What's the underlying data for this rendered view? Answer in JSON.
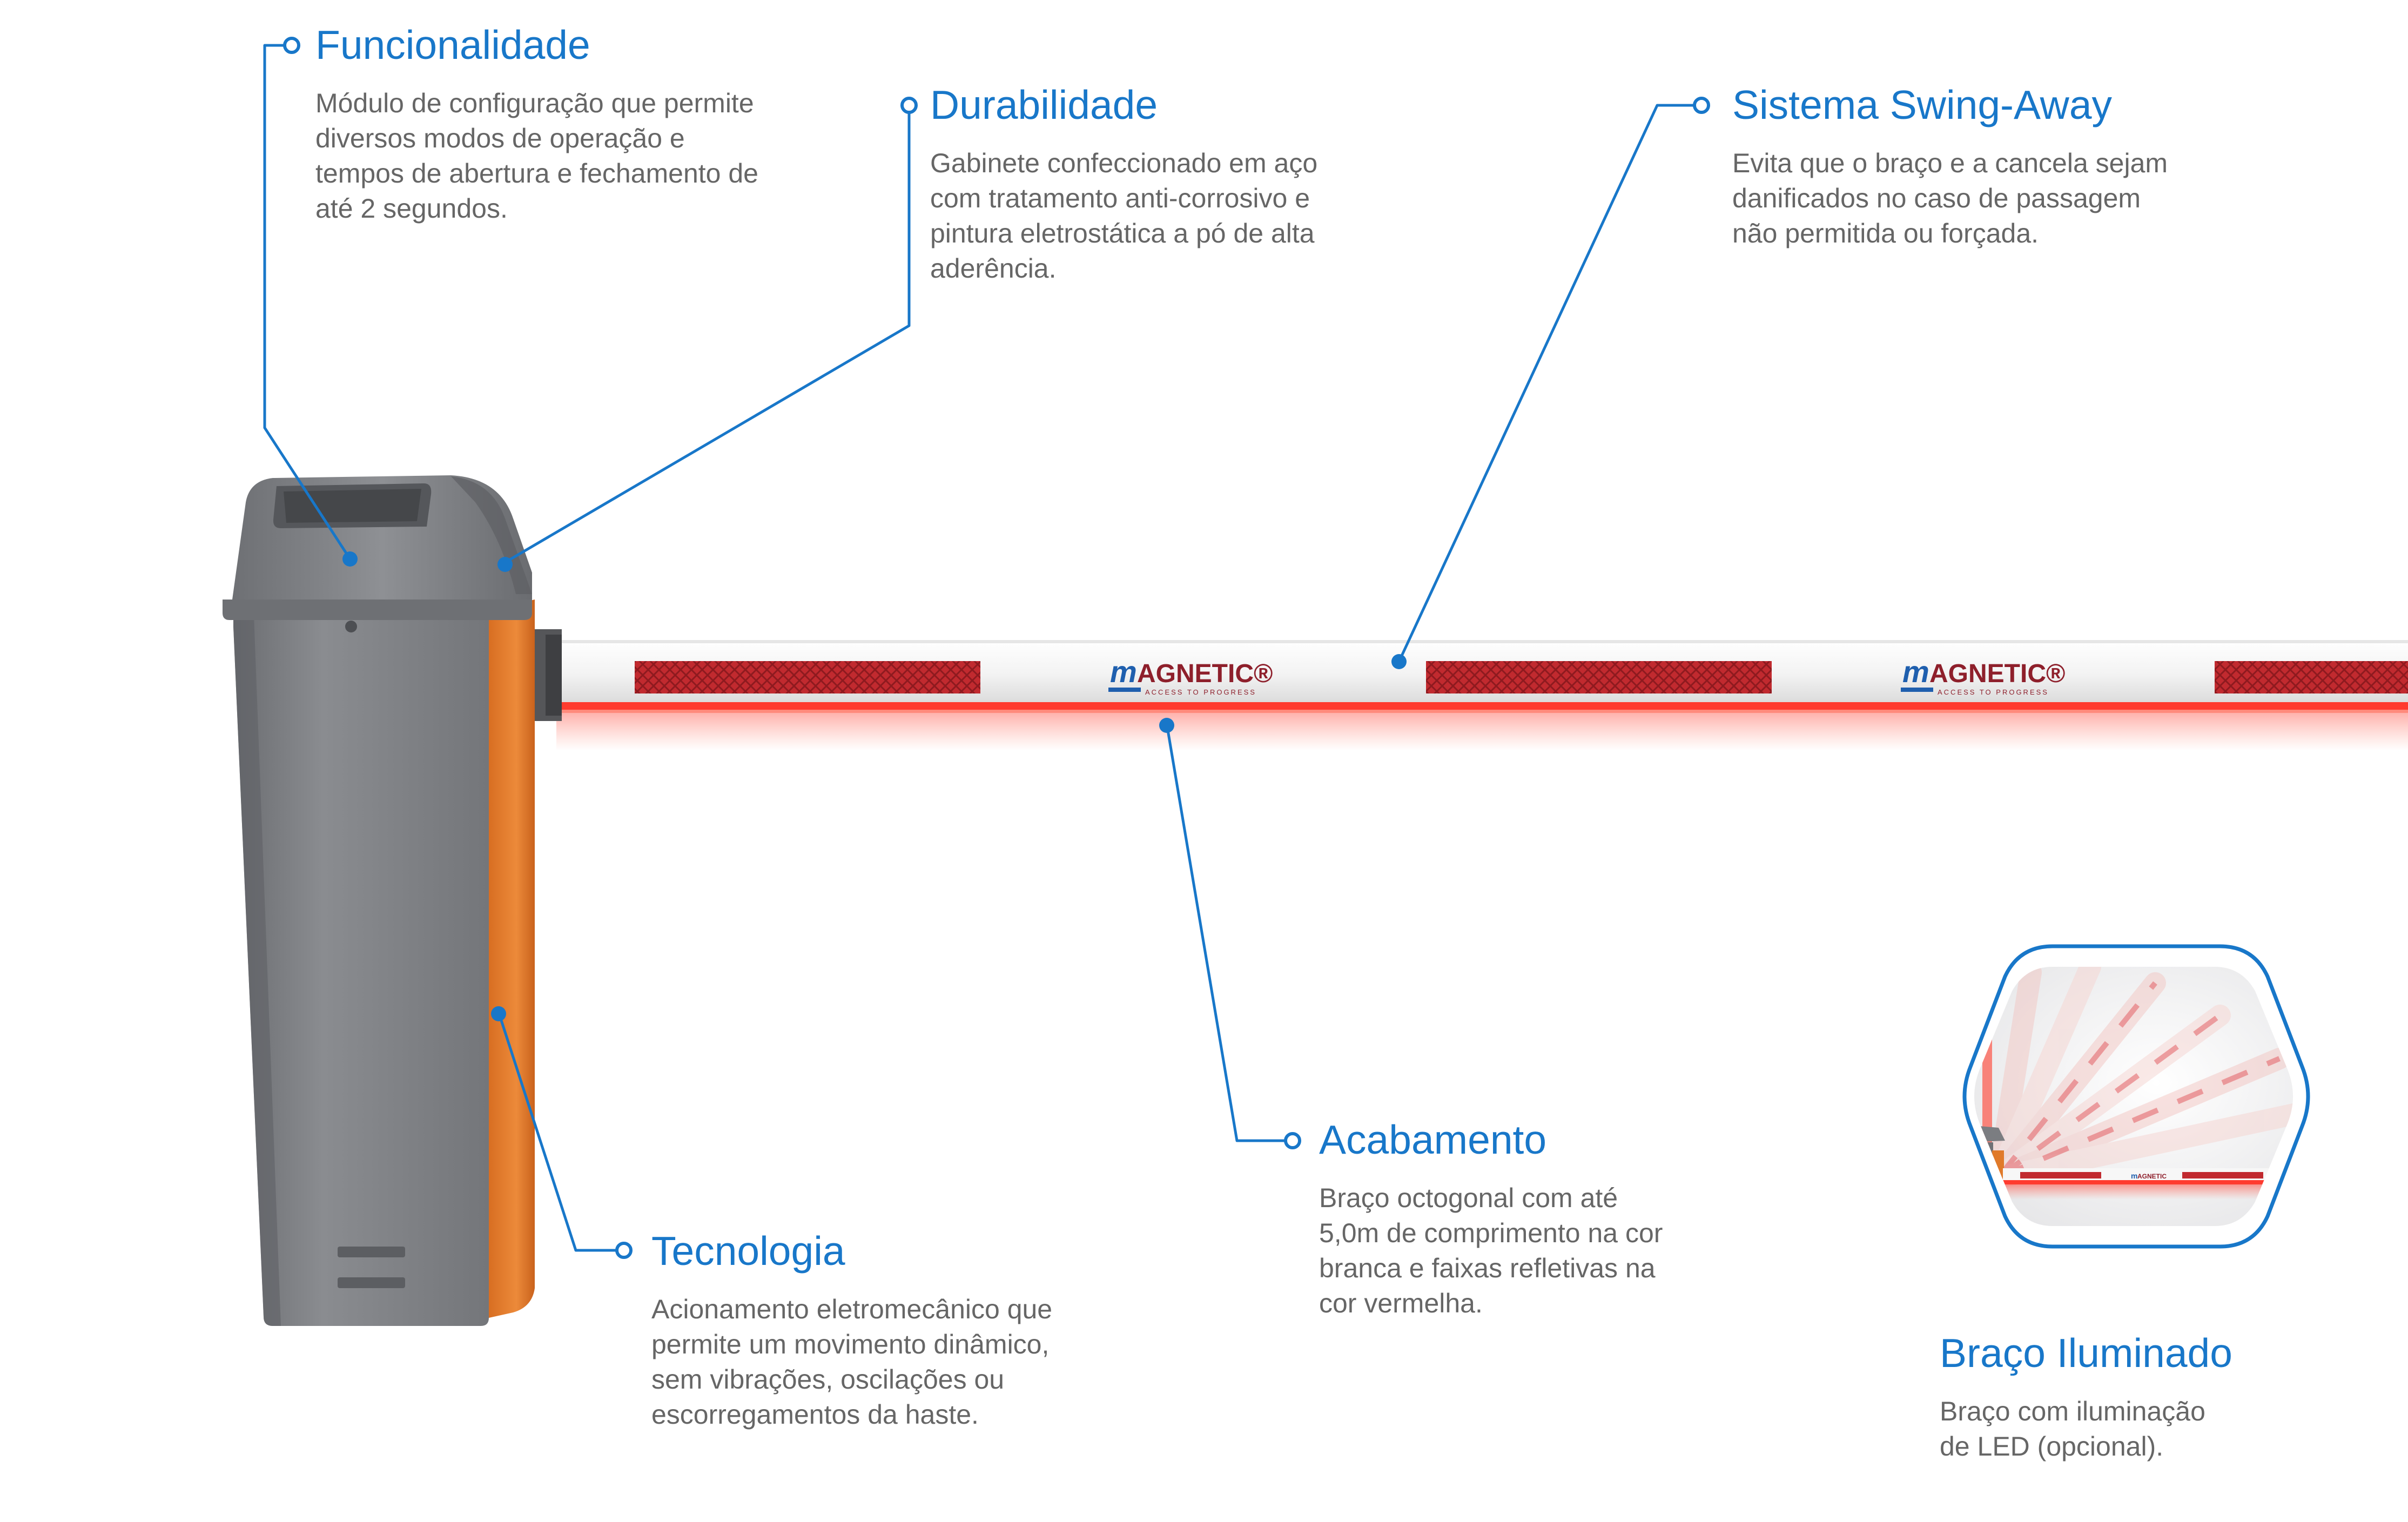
{
  "features": [
    {
      "id": "funcionalidade",
      "title": "Funcionalidade",
      "lines": [
        "Módulo de configuração que permite",
        "diversos modos de operação e",
        "tempos de abertura e fechamento de",
        "até 2 segundos."
      ]
    },
    {
      "id": "durabilidade",
      "title": "Durabilidade",
      "lines": [
        "Gabinete confeccionado em aço",
        "com tratamento anti-corrosivo e",
        "pintura eletrostática a pó de alta",
        "aderência."
      ]
    },
    {
      "id": "swing-away",
      "title": "Sistema Swing-Away",
      "lines": [
        "Evita que o braço e a cancela sejam",
        "danificados no caso de passagem",
        "não permitida ou forçada."
      ]
    },
    {
      "id": "acabamento",
      "title": "Acabamento",
      "lines": [
        "Braço octogonal com até",
        "5,0m de comprimento na cor",
        "branca e faixas refletivas na",
        "cor vermelha."
      ]
    },
    {
      "id": "tecnologia",
      "title": "Tecnologia",
      "lines": [
        "Acionamento eletromecânico que",
        "permite um movimento dinâmico,",
        "sem vibrações, oscilações ou",
        "escorregamentos da haste."
      ]
    },
    {
      "id": "braco-iluminado",
      "title": "Braço Iluminado",
      "lines": [
        "Braço com iluminação",
        "de LED (opcional)."
      ]
    }
  ],
  "brand": {
    "logo_text": "MAGNETIC",
    "tagline": "ACCESS TO PROGRESS"
  },
  "colors": {
    "accent": "#1877c9",
    "cabinet_grey": "#7a7c80",
    "cabinet_orange": "#e07a2a",
    "reflective_red": "#c0282e",
    "led_glow": "#ff4a3a"
  }
}
